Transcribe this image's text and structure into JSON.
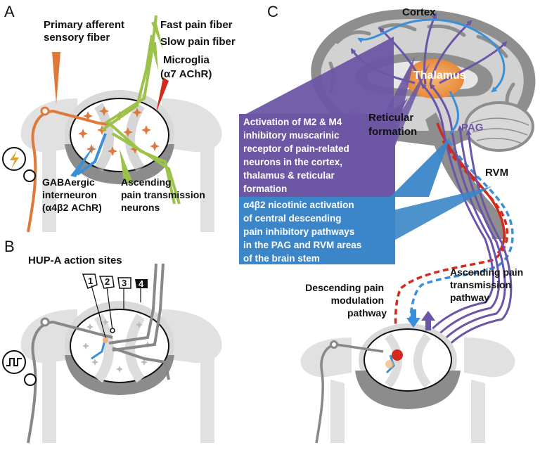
{
  "panels": {
    "a": "A",
    "b": "B",
    "c": "C"
  },
  "panel_a": {
    "primary_afferent": [
      "Primary afferent",
      "sensory fiber"
    ],
    "fast_pain": "Fast pain fiber",
    "slow_pain": "Slow pain fiber",
    "microglia": [
      "Microglia",
      "(α7 AChR)"
    ],
    "gabaergic": [
      "GABAergic",
      "interneuron",
      "(α4β2 AChR)"
    ],
    "ascending_neurons": [
      "Ascending",
      "pain transmission",
      "neurons"
    ]
  },
  "panel_b": {
    "title": "HUP-A action sites",
    "sites": [
      "1",
      "2",
      "3",
      "4"
    ]
  },
  "panel_c": {
    "cortex": "Cortex",
    "thalamus": "Thalamus",
    "reticular": [
      "Reticular",
      "formation"
    ],
    "pag": "PAG",
    "rvm": "RVM",
    "muscarinic_box": [
      "Activation of M2 & M4",
      "inhibitory muscarinic",
      "receptor of pain-related",
      "neurons in the cortex,",
      "thalamus & reticular",
      "formation"
    ],
    "nicotinic_box": [
      "α4β2 nicotinic activation",
      "of central descending",
      "pain inhibitory pathways",
      "in the PAG and RVM areas",
      "of the brain stem"
    ],
    "descending": [
      "Descending pain",
      "modulation",
      "pathway"
    ],
    "ascending": [
      "Ascending pain",
      "transmission",
      "pathway"
    ]
  },
  "colors": {
    "orange": "#e0783a",
    "green": "#9cc24a",
    "blue": "#3b8fd8",
    "purple": "#6b55a8",
    "purple_box": "#6d57a5",
    "blue_box": "#3a86c8",
    "red": "#d42a1e",
    "gray_light": "#e1e1e1",
    "gray_dark": "#8c8c8c"
  }
}
